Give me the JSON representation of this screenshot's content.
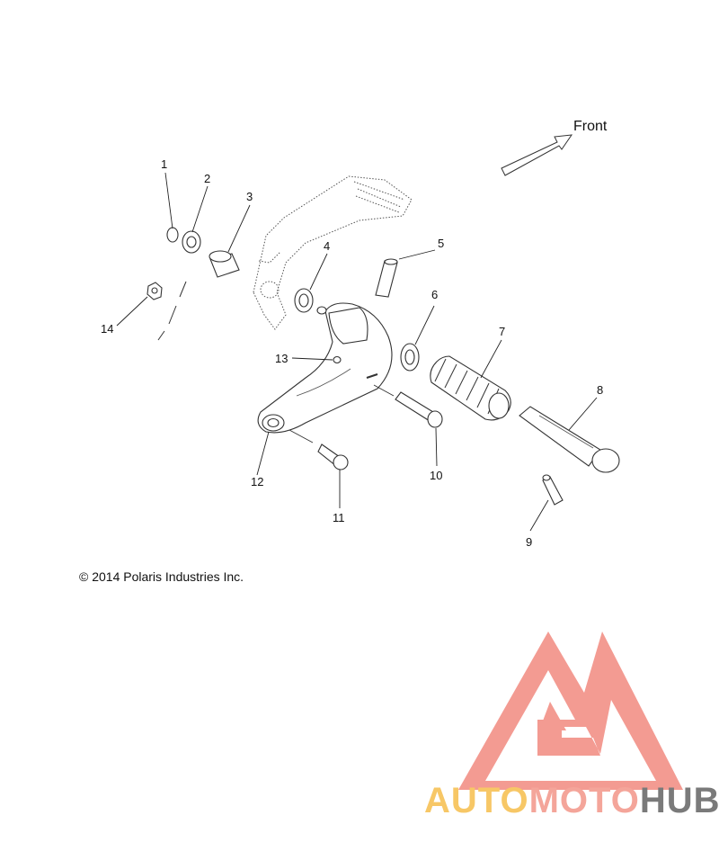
{
  "direction_label": "Front",
  "callouts": [
    "1",
    "2",
    "3",
    "4",
    "5",
    "6",
    "7",
    "8",
    "9",
    "10",
    "11",
    "12",
    "13",
    "14"
  ],
  "copyright": "© 2014 Polaris Industries Inc.",
  "watermark": {
    "part1": "AUTO",
    "part2": "MOTO",
    "part3": "HUB",
    "color1": "#f7c766",
    "color2": "#f4a59a",
    "color3": "#7a7a7a",
    "logo_color": "#f28a80"
  }
}
